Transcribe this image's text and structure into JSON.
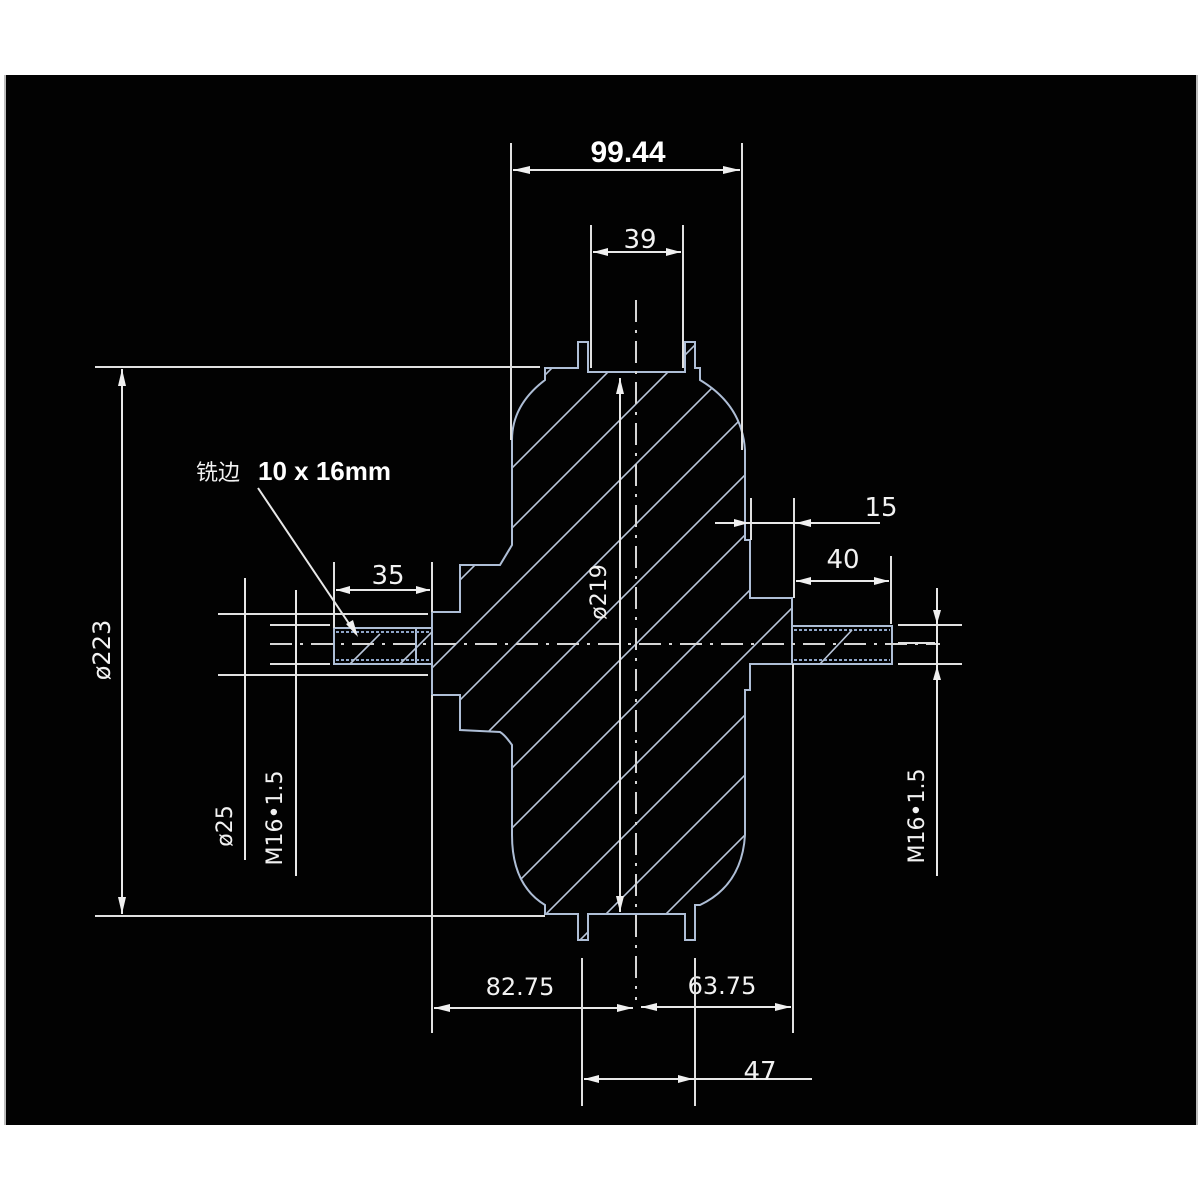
{
  "drawing": {
    "title": "Hub motor cross-section dimension drawing",
    "background_color": "#020202",
    "line_color": "#e8e8e8",
    "outline_color": "#aebed6",
    "units": "mm"
  },
  "dimensions": {
    "overall_width": "99.44",
    "stator_gap": "39",
    "outer_diameter": "ø223",
    "body_diameter": "ø219",
    "left_flat_note_cn": "铣边",
    "left_flat_note": "10 x 16mm",
    "left_axle_length": "35",
    "right_shoulder": "15",
    "right_axle_length": "40",
    "left_axle_diameter": "ø25",
    "left_thread": "M16•1.5",
    "right_thread": "M16•1.5",
    "left_to_center": "82.75",
    "right_to_center": "63.75",
    "flange_spacing": "47"
  }
}
